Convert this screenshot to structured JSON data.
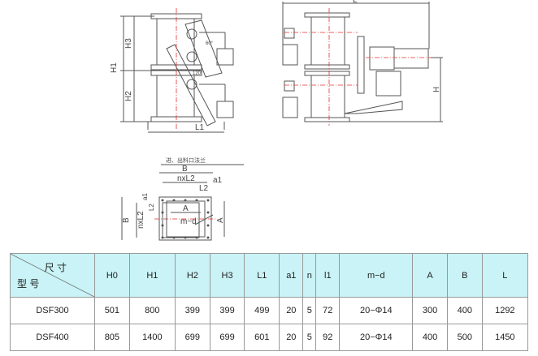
{
  "drawing": {
    "front_view_labels": {
      "h1": "H1",
      "h2": "H2",
      "h3": "H3",
      "l1": "L1",
      "angle_top": "60°",
      "angle_bottom": "120°"
    },
    "side_view_labels": {
      "l": "L",
      "h": "H"
    },
    "flange": {
      "caption": "进、出料口法兰",
      "labels": {
        "b_top": "B",
        "nxl2_top": "nxL2",
        "a1_top": "a1",
        "l2_top": "L2",
        "a1_left": "a1",
        "l2_left": "L2",
        "nxl2_left": "nxL2",
        "b_left": "B",
        "a_inner": "A",
        "md": "m−d",
        "a_right": "A"
      }
    }
  },
  "table": {
    "corner_top": "尺 寸",
    "corner_bottom": "型 号",
    "headers": [
      "H0",
      "H1",
      "H2",
      "H3",
      "L1",
      "a1",
      "n",
      "l1",
      "m−d",
      "A",
      "B",
      "L"
    ],
    "rows": [
      {
        "model": "DSF300",
        "values": [
          "501",
          "800",
          "399",
          "399",
          "499",
          "20",
          "5",
          "72",
          "20−Φ14",
          "300",
          "400",
          "1292"
        ]
      },
      {
        "model": "DSF400",
        "values": [
          "805",
          "1400",
          "699",
          "699",
          "601",
          "20",
          "5",
          "92",
          "20−Φ14",
          "400",
          "500",
          "1450"
        ]
      }
    ]
  },
  "colors": {
    "header_bg": "#c9f3f6",
    "centerline": "#e23030",
    "line": "#555555"
  }
}
